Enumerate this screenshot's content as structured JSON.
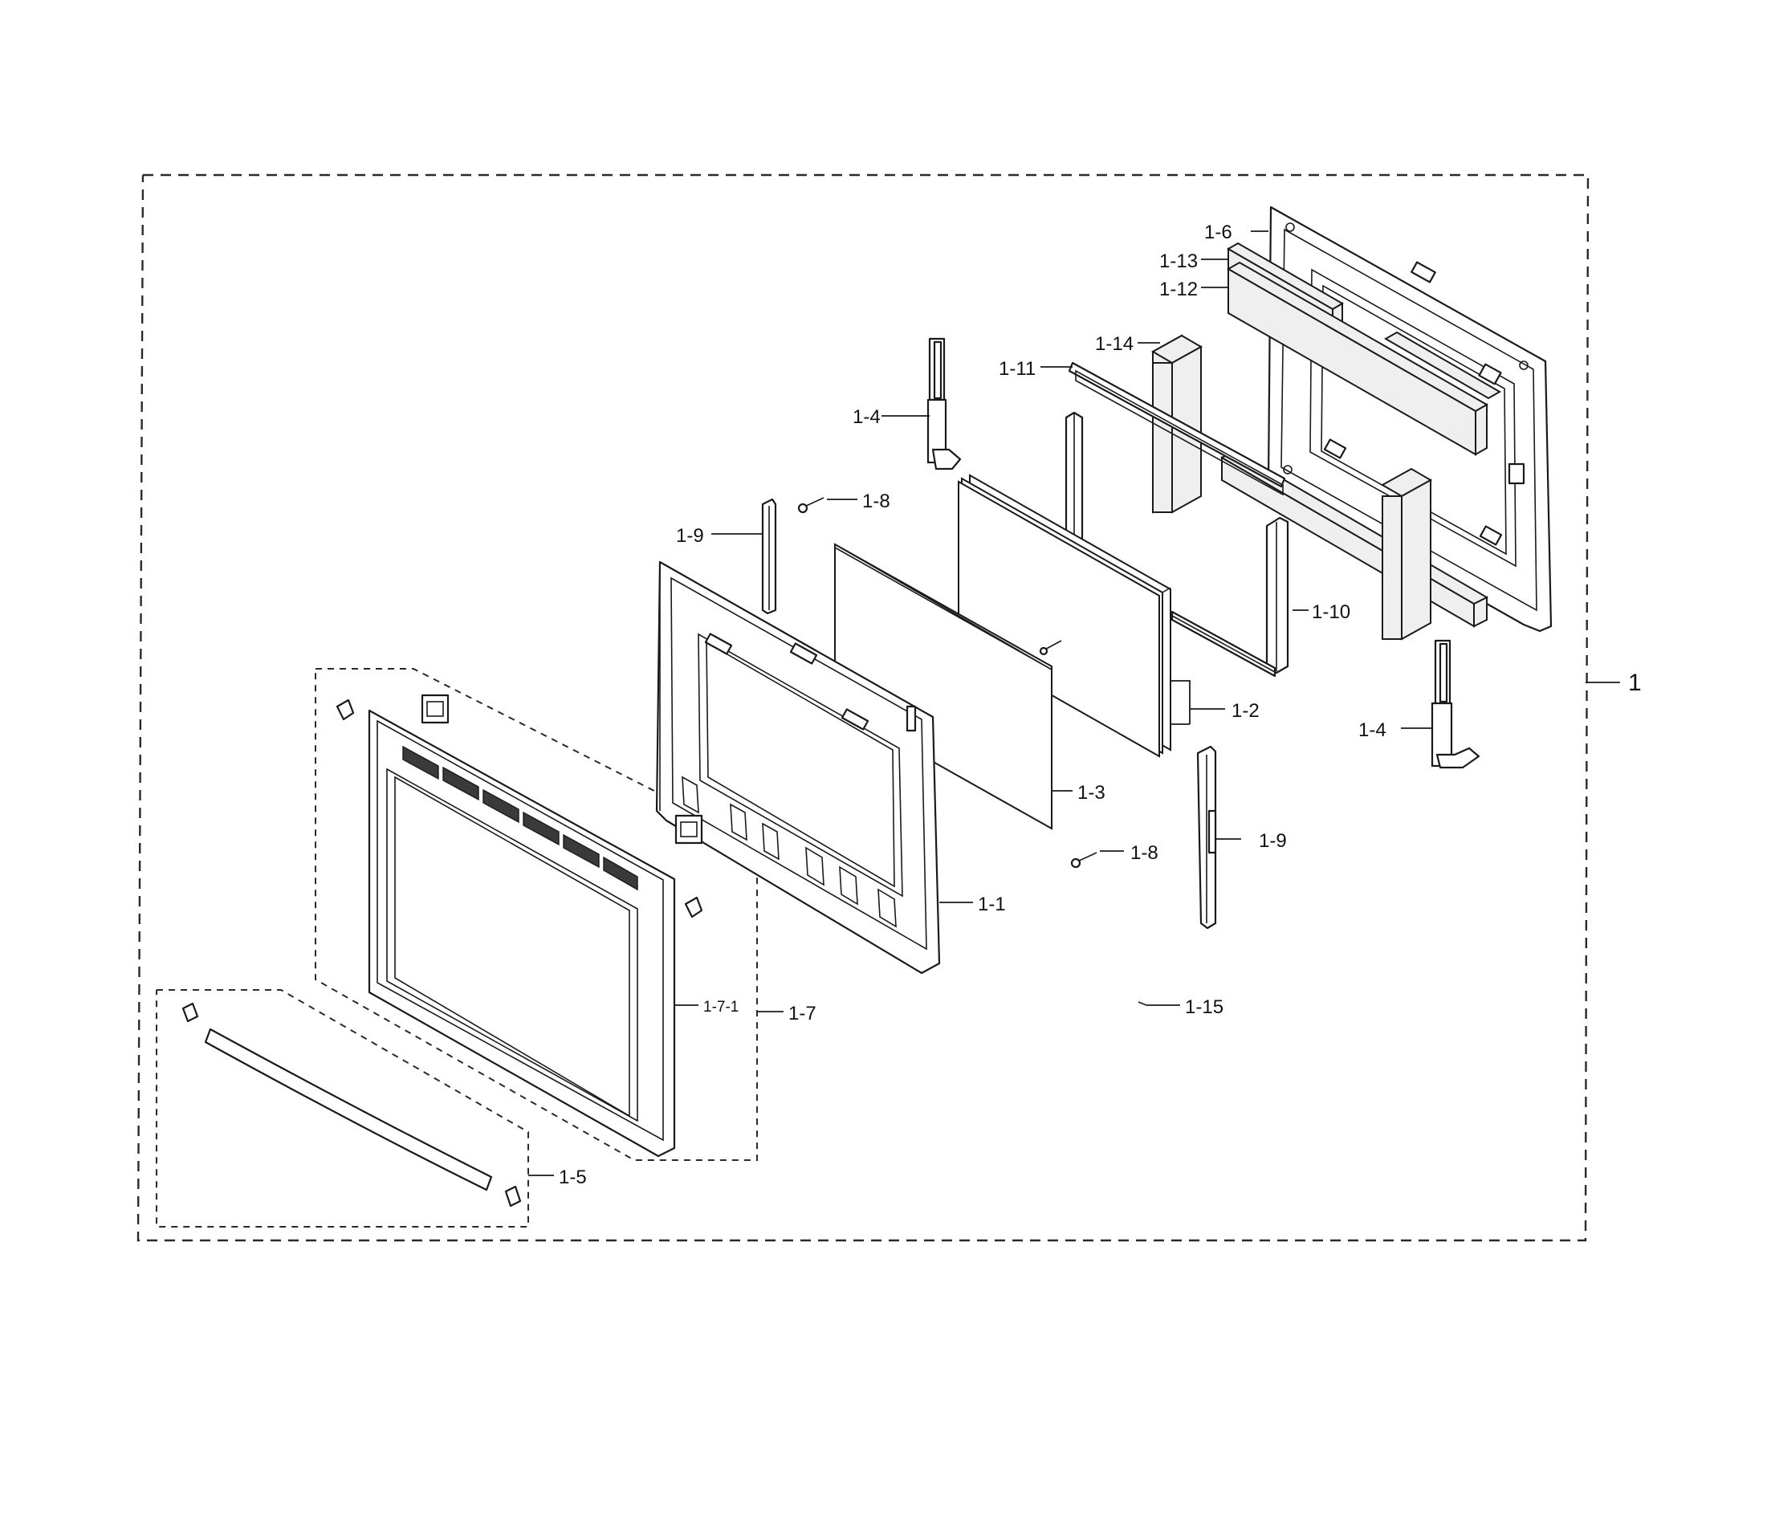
{
  "labels": {
    "assembly": "1",
    "p1_1": "1-1",
    "p1_2": "1-2",
    "p1_3": "1-3",
    "p1_4_top": "1-4",
    "p1_4_right": "1-4",
    "p1_5": "1-5",
    "p1_6": "1-6",
    "p1_7": "1-7",
    "p1_7_1": "1-7-1",
    "p1_8_top": "1-8",
    "p1_8_bottom": "1-8",
    "p1_9_left": "1-9",
    "p1_9_right": "1-9",
    "p1_10": "1-10",
    "p1_11": "1-11",
    "p1_12": "1-12",
    "p1_13": "1-13",
    "p1_14": "1-14",
    "p1_15": "1-15"
  }
}
